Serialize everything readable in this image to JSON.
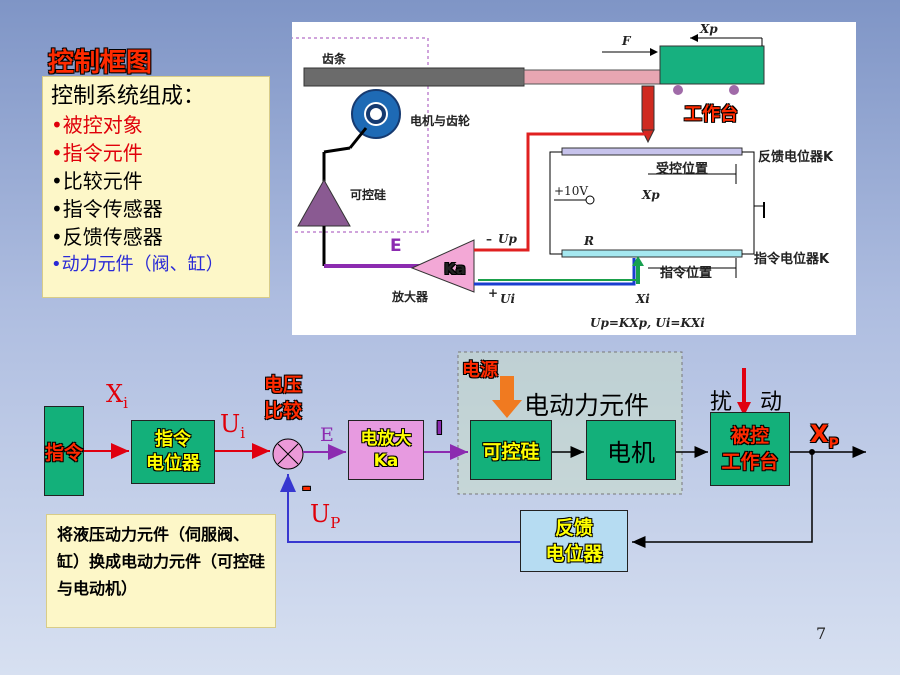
{
  "slide_title": "控制框图",
  "composition": {
    "heading": "控制系统组成：",
    "items": [
      {
        "text": "•被控对象",
        "color": "#e0000a"
      },
      {
        "text": "•指令元件",
        "color": "#e0000a"
      },
      {
        "text": "•比较元件",
        "color": "#000000"
      },
      {
        "text": "•指令传感器",
        "color": "#000000"
      },
      {
        "text": "•反馈传感器",
        "color": "#000000"
      },
      {
        "text": "•动力元件（阀、缸）",
        "color": "#2a2ad6"
      }
    ]
  },
  "schematic": {
    "rack": "齿条",
    "force": "F",
    "xp_top": "Xp",
    "motor_gear": "电机与齿轮",
    "worktable": "工作台",
    "scr": "可控硅",
    "feedback_pot": "反馈电位器K",
    "controlled_pos": "受控位置",
    "v10": "+10V",
    "xp_mid": "Xp",
    "up": "Up",
    "minus": "–",
    "plus": "+",
    "e": "E",
    "ka": "Ka",
    "r": "R",
    "cmd_pot": "指令电位器K",
    "cmd_pos": "指令位置",
    "amplifier": "放大器",
    "ui": "Ui",
    "xi": "Xi",
    "formula": "Up=KXp, Ui=KXi"
  },
  "block_diagram": {
    "command": "指令",
    "xi": "X",
    "xi_sub": "i",
    "cmd_pot": [
      "指令",
      "电位器"
    ],
    "ui": "U",
    "ui_sub": "i",
    "voltage_compare": [
      "电压",
      "比较"
    ],
    "e": "E",
    "minus": "-",
    "up": "U",
    "up_sub": "P",
    "amp": [
      "电放大",
      "Ka"
    ],
    "i": "I",
    "power": "电源",
    "electric_actuator": "电动力元件",
    "scr": "可控硅",
    "motor": "电机",
    "disturbance": [
      "扰",
      "动"
    ],
    "plant": [
      "被控",
      "工作台"
    ],
    "xp": "X",
    "xp_sub": "P",
    "feedback": [
      "反馈",
      "电位器"
    ]
  },
  "note": "将液压动力元件（伺服阀、缸）换成电动力元件（可控硅与电动机）",
  "page_number": "7"
}
